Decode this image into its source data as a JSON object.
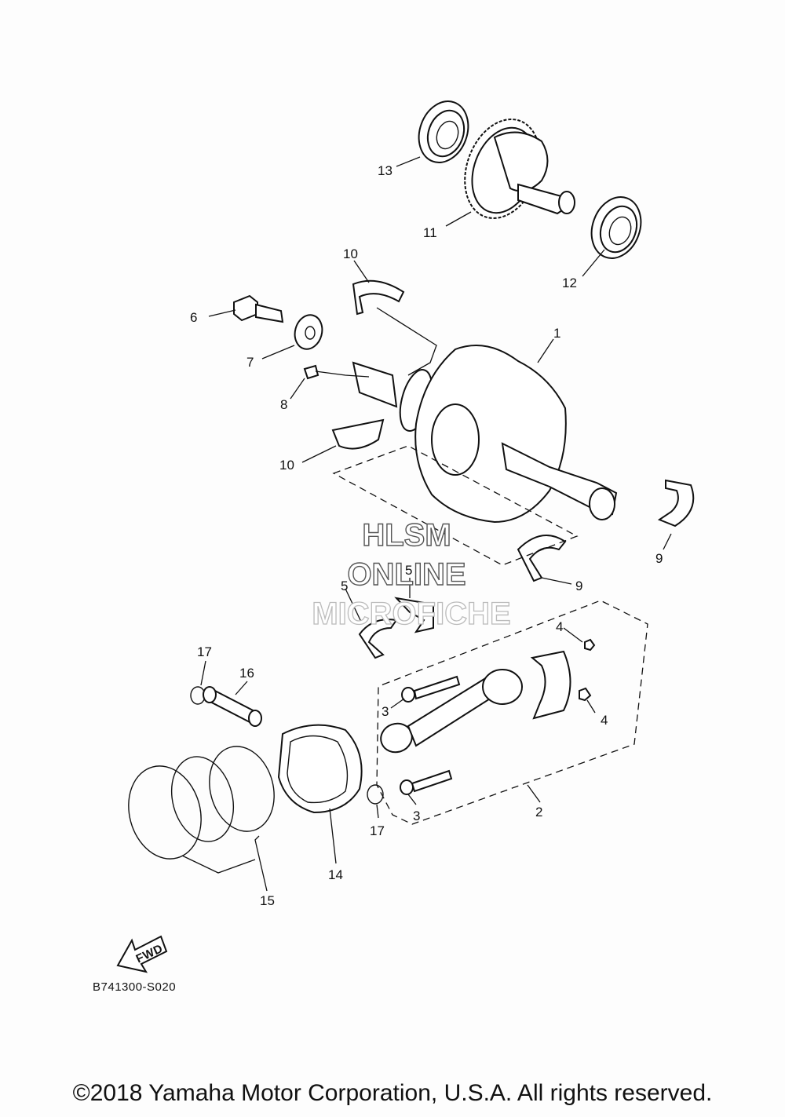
{
  "callouts": {
    "c1": "1",
    "c2": "2",
    "c3a": "3",
    "c3b": "3",
    "c4a": "4",
    "c4b": "4",
    "c5a": "5",
    "c5b": "5",
    "c6": "6",
    "c7": "7",
    "c8": "8",
    "c9a": "9",
    "c9b": "9",
    "c10a": "10",
    "c10b": "10",
    "c11": "11",
    "c12": "12",
    "c13": "13",
    "c14": "14",
    "c15": "15",
    "c16": "16",
    "c17a": "17",
    "c17b": "17"
  },
  "watermark": {
    "line1": "HLSM",
    "line2": "ONLINE",
    "line3": "MICROFICHE"
  },
  "fwd_label": "FWD",
  "diagram_code": "B741300-S020",
  "copyright": "©2018 Yamaha Motor Corporation, U.S.A. All rights reserved."
}
